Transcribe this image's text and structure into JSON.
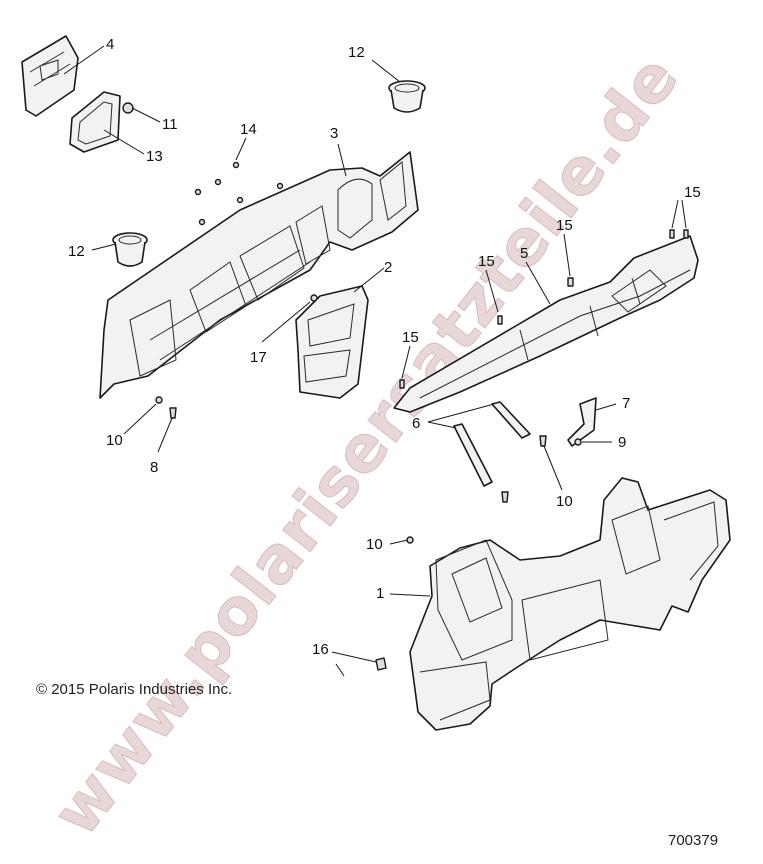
{
  "watermark": "www.polarisersatzteile.de",
  "copyright": "© 2015 Polaris Industries Inc.",
  "figure_number": "700379",
  "callouts": {
    "c4": "4",
    "c11": "11",
    "c13": "13",
    "c12a": "12",
    "c12b": "12",
    "c14": "14",
    "c3": "3",
    "c2": "2",
    "c17": "17",
    "c10a": "10",
    "c8": "8",
    "c15a": "15",
    "c15b": "15",
    "c15c": "15",
    "c15d": "15",
    "c5": "5",
    "c7": "7",
    "c9": "9",
    "c6": "6",
    "c10b": "10",
    "c10c": "10",
    "c1": "1",
    "c16": "16"
  }
}
